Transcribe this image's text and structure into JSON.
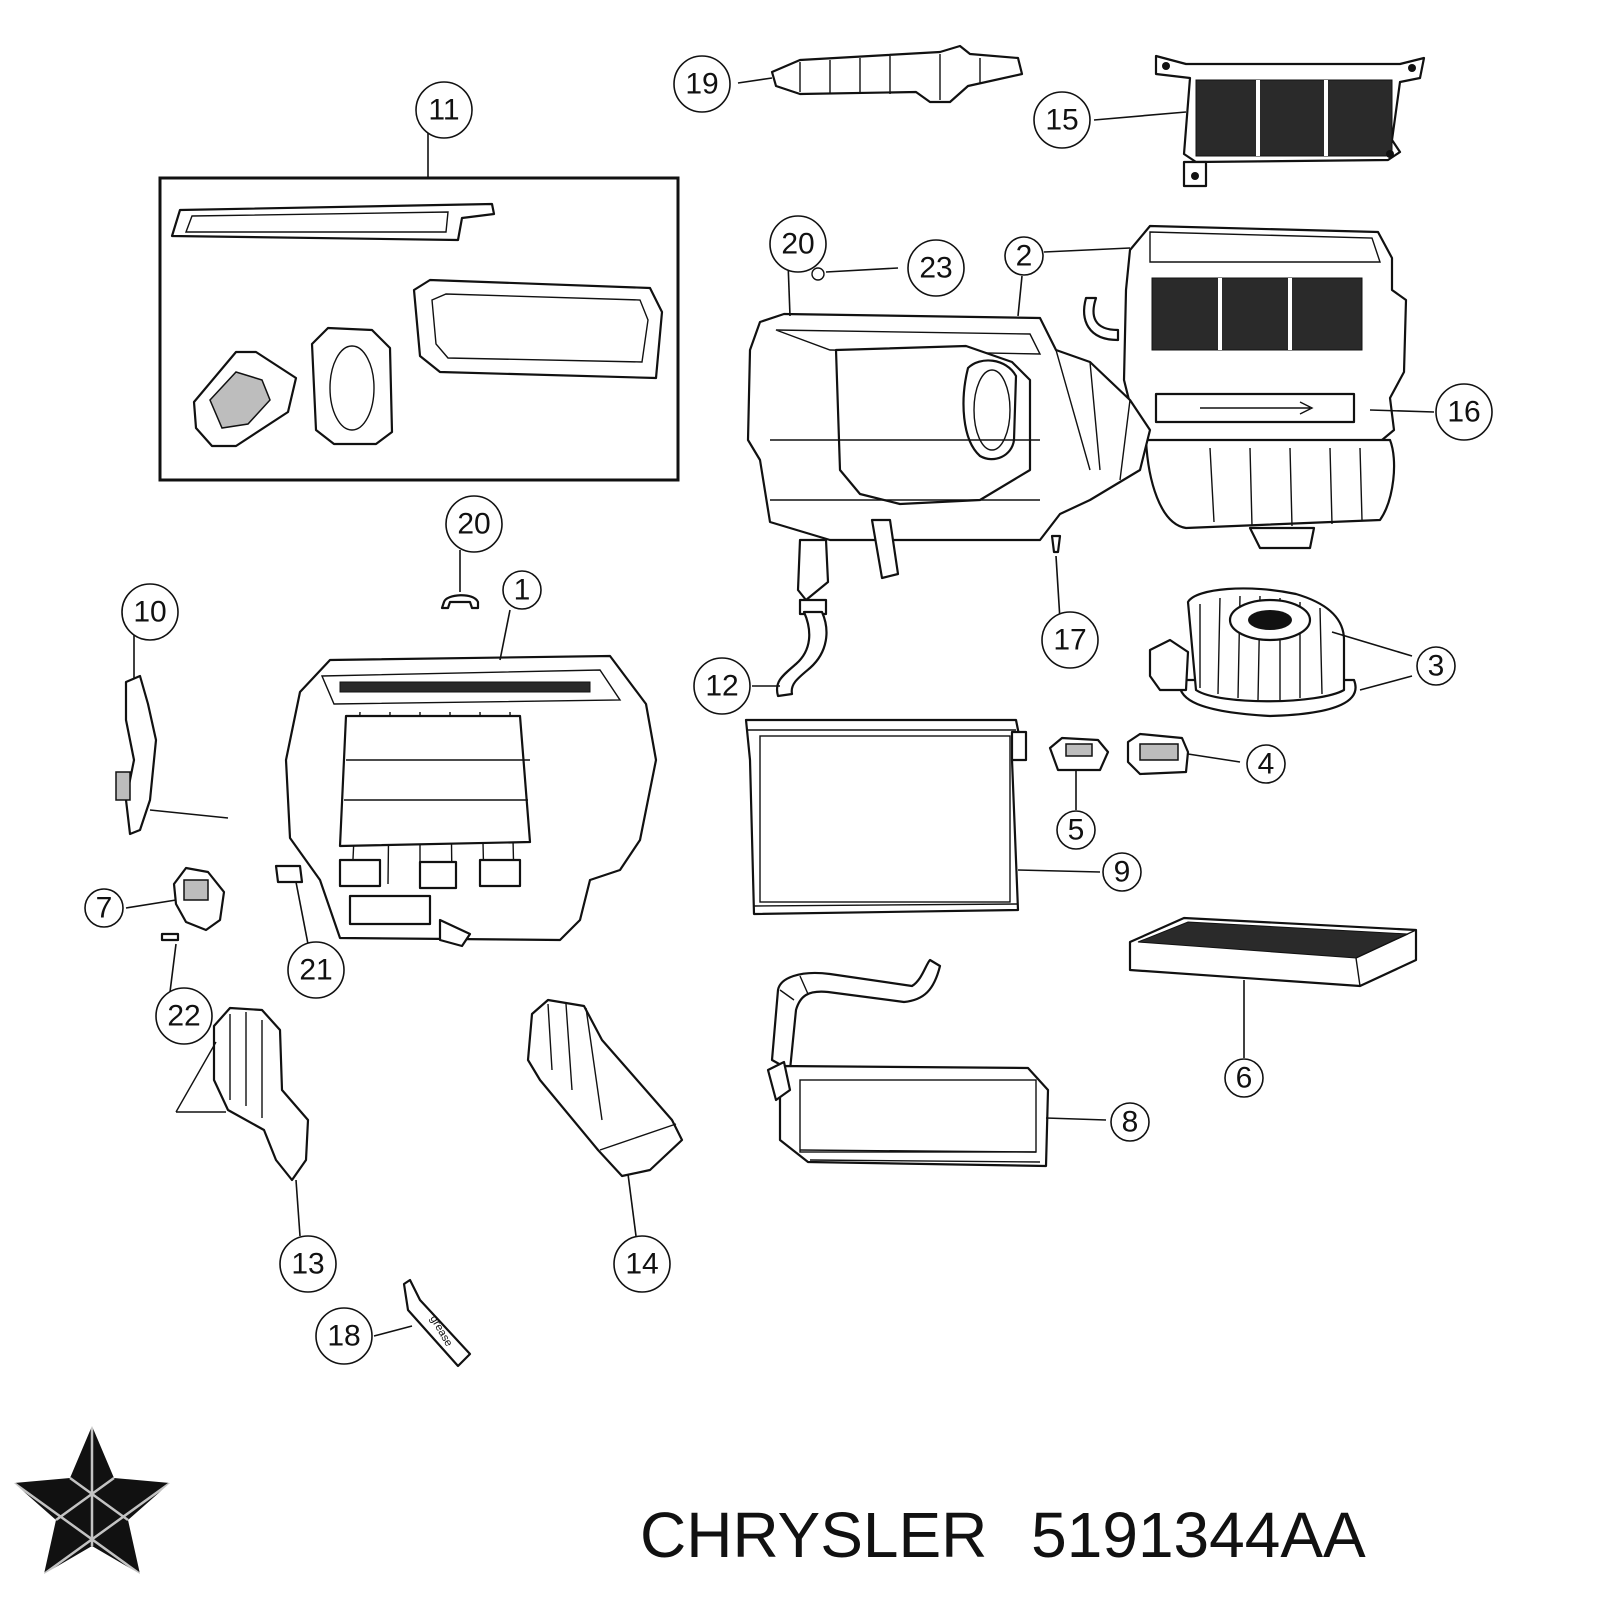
{
  "brand": {
    "name": "CHRYSLER",
    "logo": "pentastar-logo"
  },
  "part_number": "5191344AA",
  "tube_label": "grease",
  "callouts": [
    "1",
    "2",
    "3",
    "4",
    "5",
    "6",
    "7",
    "8",
    "9",
    "10",
    "11",
    "12",
    "13",
    "14",
    "15",
    "16",
    "17",
    "18",
    "19",
    "20",
    "20",
    "21",
    "22",
    "23"
  ],
  "colors": {
    "line": "#111111",
    "background": "#ffffff",
    "mesh": "#2a2a2a"
  }
}
